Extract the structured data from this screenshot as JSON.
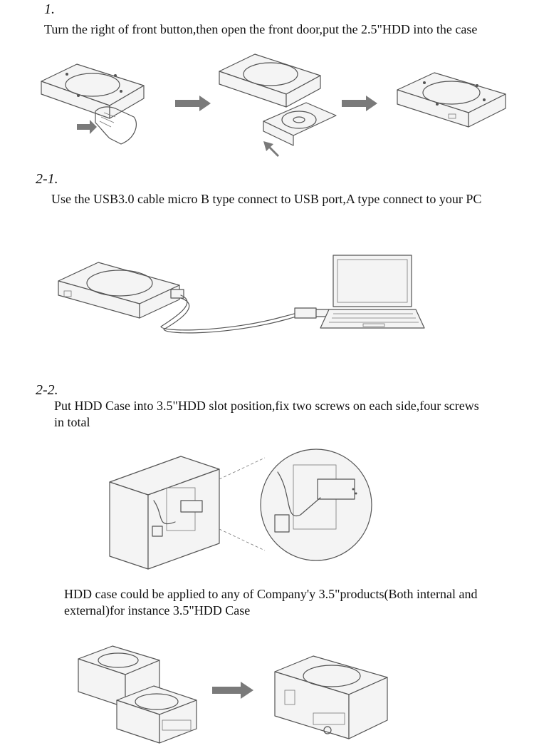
{
  "steps": [
    {
      "number": "1.",
      "text": "Turn the right of front button,then open the front door,put the 2.5\"HDD into the case"
    },
    {
      "number": "2-1.",
      "text": "Use the USB3.0 cable micro B type connect to USB port,A type connect to your PC"
    },
    {
      "number": "2-2.",
      "text_line1": "Put HDD Case into 3.5\"HDD slot position,fix two screws on each side,four screws",
      "text_line2": "in total"
    }
  ],
  "note": {
    "line1": "HDD case could be applied to any of Company'y 3.5\"products(Both internal and",
    "line2": "external)for instance 3.5\"HDD Case"
  },
  "colors": {
    "text": "#111111",
    "drawing": "#555555",
    "arrow": "#7a7a7a"
  }
}
